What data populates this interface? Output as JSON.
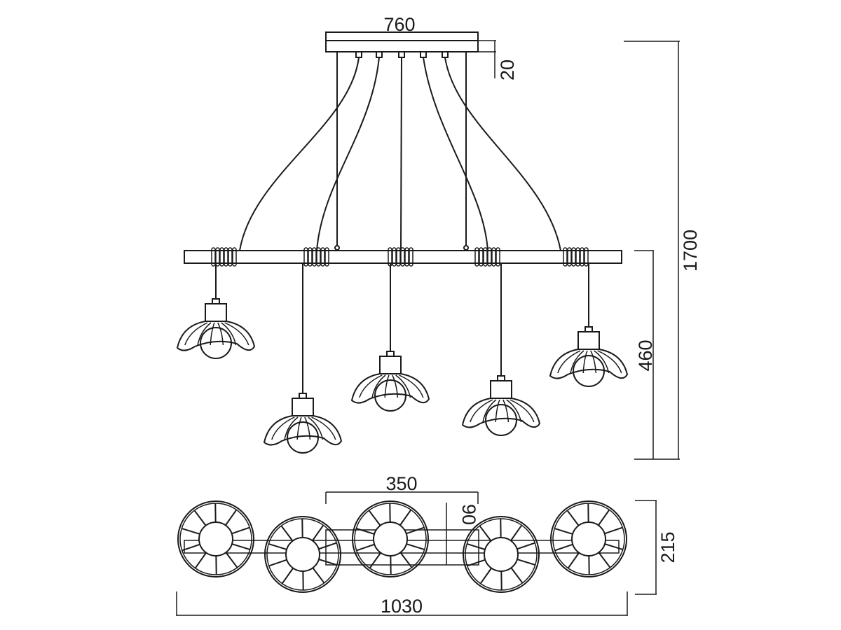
{
  "title": "Pendant lamp technical drawing",
  "colors": {
    "line": "#1a1a1a",
    "background": "#ffffff"
  },
  "dimensions": {
    "canopy_width": "760",
    "canopy_height": "20",
    "total_height": "1700",
    "pendant_drop": "460",
    "top_view_inner_width": "350",
    "top_view_bar_depth": "90",
    "top_view_depth": "215",
    "total_width": "1030"
  },
  "units": "mm",
  "lamp_count": 5
}
